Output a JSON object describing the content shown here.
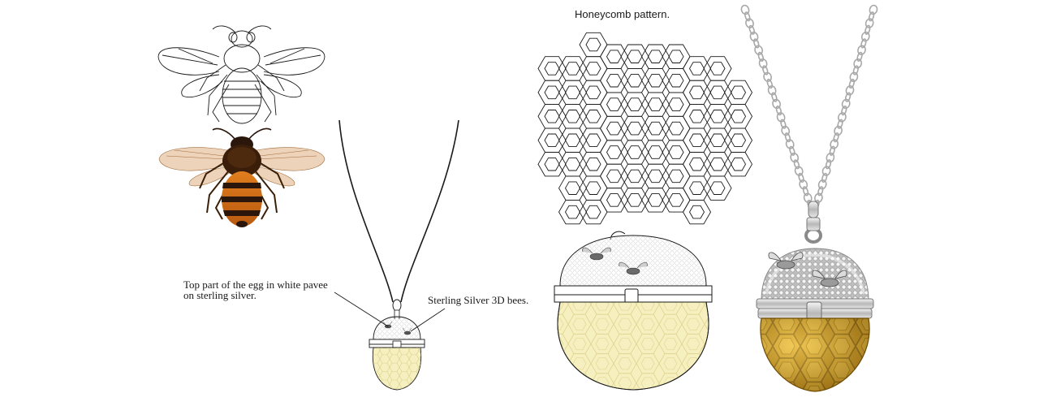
{
  "annotations": {
    "honeycomb": "Honeycomb pattern.",
    "top_part_line1": "Top part of the egg in white pavee",
    "top_part_line2": "on sterling silver.",
    "bees": "Sterling Silver 3D bees."
  },
  "colors": {
    "line": "#1a1a1a",
    "cream": "#f6f0c0",
    "gold": "#c08a10",
    "gold_dark": "#7a5200",
    "silver": "#d9d9d9",
    "bee_orange": "#d6761c",
    "bee_black": "#2a160a",
    "wing": "#e9c8a8"
  },
  "icons": [
    "bee-outline-icon",
    "bee-color-icon",
    "honeycomb-icon",
    "pendant-sketch-icon",
    "pendant-photo-icon"
  ]
}
